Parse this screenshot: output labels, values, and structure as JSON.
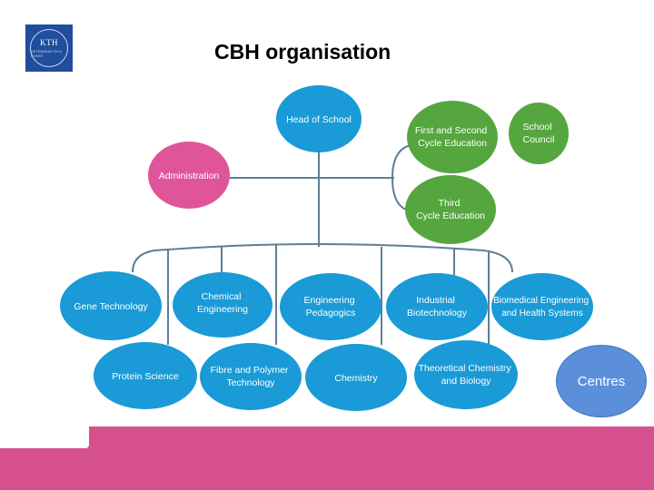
{
  "slide": {
    "title": "CBH organisation",
    "logo": {
      "text": "KTH",
      "subtext": "VETENSKAP OCH KONST"
    },
    "centres_label": "Centres"
  },
  "colors": {
    "blue": "#1a9ad6",
    "pink": "#e0559a",
    "green": "#55a63f",
    "line": "#5b7f96",
    "footer": "#d6508f",
    "centres": "#5b8fd9"
  },
  "org": {
    "head": {
      "lines": [
        "Head of School"
      ]
    },
    "admin": {
      "lines": [
        "Administration"
      ]
    },
    "green": [
      {
        "lines": [
          "First and Second",
          "Cycle Education"
        ]
      },
      {
        "lines": [
          "School",
          "Council"
        ]
      },
      {
        "lines": [
          "Third",
          "Cycle Education"
        ]
      }
    ],
    "departments_row1": [
      {
        "lines": [
          "Gene Technology"
        ]
      },
      {
        "lines": [
          "Chemical",
          "Engineering"
        ]
      },
      {
        "lines": [
          "Engineering",
          "Pedagogics"
        ]
      },
      {
        "lines": [
          "Industrial",
          "Biotechnology"
        ]
      },
      {
        "lines": [
          "Biomedical Engineering",
          "and Health Systems"
        ]
      }
    ],
    "departments_row2": [
      {
        "lines": [
          "Protein Science"
        ]
      },
      {
        "lines": [
          "Fibre and Polymer",
          "Technology"
        ]
      },
      {
        "lines": [
          "Chemistry"
        ]
      },
      {
        "lines": [
          "Theoretical Chemistry",
          "and Biology"
        ]
      }
    ]
  }
}
